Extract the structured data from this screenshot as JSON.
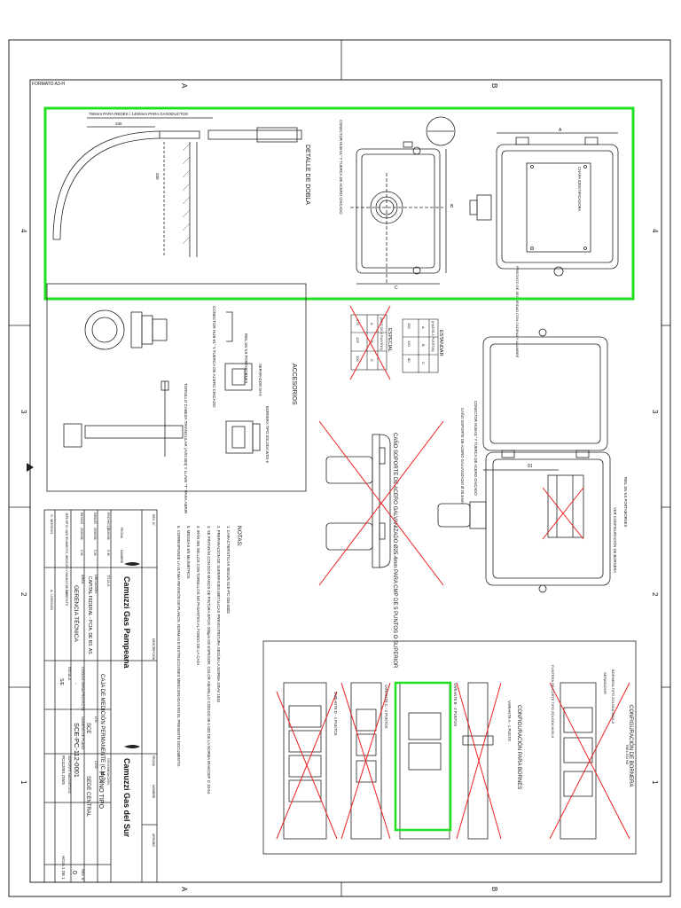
{
  "format": "FORMATO A3-H",
  "zone_letters": {
    "a": "A",
    "b": "B"
  },
  "zone_numbers": [
    "4",
    "3",
    "2",
    "1"
  ],
  "bending": {
    "dim_top": "750mm PARA REDES / 1400mm PARA GASODUCTOS",
    "dim_330": "330",
    "dim_side": "330",
    "title": "DETALLE DE DOBLA"
  },
  "box_views": {
    "conector_label": "CONECTOR HUB-01\" Y TUERCA DE ACERO CINCADO",
    "chapa_label": "CHAPA IDENTIFICADORA",
    "precinto_label": "PRECINTO DE SEGURIDAD CON CADENA Y ALAMBRE",
    "dim_a": "A",
    "dim_b": "B",
    "dim_c": "C"
  },
  "tables": {
    "especial": {
      "title": "ESPECIAL",
      "subtitle": "(MAS DE 4 PUNTOS)",
      "rows": [
        [
          "A",
          "175"
        ],
        [
          "B",
          "125"
        ],
        [
          "C",
          "100"
        ]
      ]
    },
    "estandar": {
      "title": "ESTANDAR",
      "subtitle": "(HASTA 4 PUNTOS)",
      "rows": [
        [
          "A",
          "150"
        ],
        [
          "B",
          "120"
        ],
        [
          "C",
          "80"
        ]
      ]
    }
  },
  "accesorios": {
    "title": "ACCESORIOS",
    "riel": "RIEL DN NS PORTABORNES",
    "separador": "SEPARADOR SH-6",
    "bornera": "BORNERA TIPO ZOLODA WSS-6",
    "conector": "CONECTOR HUB-01\" Y TUERCA DE ACERO CINCADO",
    "tornillo": "TORNILLO CABEZA TRIANGULAR (AISI-304) Y LLAVE \"T\" PARA ABRIR"
  },
  "cano": {
    "label": "CAÑO SOPORTE DE ACERO GALVANIZADO Ø25.4mm PARA CMP DE 5 PUNTOS O SUPERIOR"
  },
  "open_box": {
    "conector": "CONECTOR HUB-01\" Y TUERCA DE ACERO CINCADO",
    "cano": "CAÑO SOPORTE DE ACERO GALVANIZADO Ø 25.4mm",
    "riel": "RIEL DN NS PORTABORNES",
    "ver": "VER CONFIGURACIÓN DE BORNERA",
    "dim": "91"
  },
  "notas": {
    "title": "NOTAS:",
    "items": [
      "1. CARACTERÍSTICAS SEGÚN SCE-PC-104-0003",
      "2. PREPARACIÓN DE SUPERFICIES METÁLICAS PREVIO PINTURA SEGÚN LA NORMA GRAV 1042.",
      "3. SE PINTARÁN CON DOS MANOS DE PINTURA EPOXI 200µm DE ESPESOR, COLOR AMARILLO CÓDIGO 05-1-020 DE LA NORMA IRAM DEF D 10-54.",
      "4. IRÁN SIN SELLOS CON TORNILLOS NO PASANTES AL FONDO DE LA CAJA.",
      "5. MEDIDAS EN MILÍMETROS.",
      "6. CORRESPONDE LA ÚLTIMA REVISIÓN DE PLANOS, NORMAS E INSTRUCCIONES MENCIONADAS EN EL PRESENTE DOCUMENTO."
    ]
  },
  "config": {
    "title_bornes": "CONFIGURACIÓN PARA BORNES",
    "title_bornera": "CONFIGURACIÓN DE BORNERA",
    "variante_a": "VARIANTE A - 1 PUNTO",
    "variante_b": "VARIANTE B - 2 PUNTOS",
    "variante_c": "VARIANTE C - 3 PUNTOS",
    "variante_d": "VARIANTE D - 4 PUNTOS",
    "bornera_tipo": "BORNERA TIPO ZOLODA WSS-6",
    "separador": "SEPARADOR",
    "riel": "RIEL DN NS",
    "puntera": "PUNTERA DE CORTE TIPO ZOLODA WSS-6"
  },
  "title_block": {
    "company_left": "Camuzzi Gas Pampeana",
    "company_right": "Camuzzi Gas del Sur",
    "titulo_label": "TÍTULO",
    "titulo": "CAJA DE MEDICIÓN PERMANENTE (C.M.P.)",
    "denominacion_label": "DENOMINACIÓN",
    "denominacion": "PLANO TIPO",
    "ubicacion_label": "UBICACIÓN",
    "ubicacion": "CAPITAL FEDERAL - PCIA. DE BS. AS.",
    "area_label": "ÁREA",
    "area": "GERENCIA TÉCNICA",
    "codigo_label": "CÓDIGO OBRA/PROYECTO",
    "codigo": "-",
    "escala_label": "ESCALA",
    "escala": "S/E",
    "plano_label": "NÚMERO DE PLANO",
    "plano": "SCE-PC-112-0001",
    "rev_label": "REV. N°",
    "rev": "0",
    "soporte_label": "SOPORTE MAGNÉTICO",
    "soporte": "PC112001.DWG",
    "hoja": "HOJA 1 DE 1",
    "ua_label": "U.N.",
    "ua": "SCE",
    "cc_label": "CCO.",
    "cc": "SEDE CENTRAL",
    "proyecto": "PROYECTÓ",
    "dibujo": "DIBUJÓ",
    "reviso": "REVISÓ",
    "fecha_label": "FECHA",
    "nombre_label": "NOMBRE",
    "proyecto_fecha": "25/09/08",
    "dibujo_fecha": "25/09/08",
    "reviso_fecha": "25/09/08",
    "proyecto_nombre": "G.M.",
    "dibujo_nombre": "C.M.",
    "reviso_nombre": "C.M.",
    "jefe_label": "JEFE DPTO. MANTENIMIENTO, MEDICIÓN Y MANEJO DE GAS",
    "jefe_nombre": "G. MORENO",
    "gerente_label": "GERENTE",
    "gerente_nombre": "A. LORENZO",
    "revisiones_label": "REV. N°",
    "descripcion_label": "DESCRIPCIÓN",
    "aprobo_label": "APROBÓ"
  },
  "highlight_color": "#22e022",
  "cross_color": "#ee2222"
}
